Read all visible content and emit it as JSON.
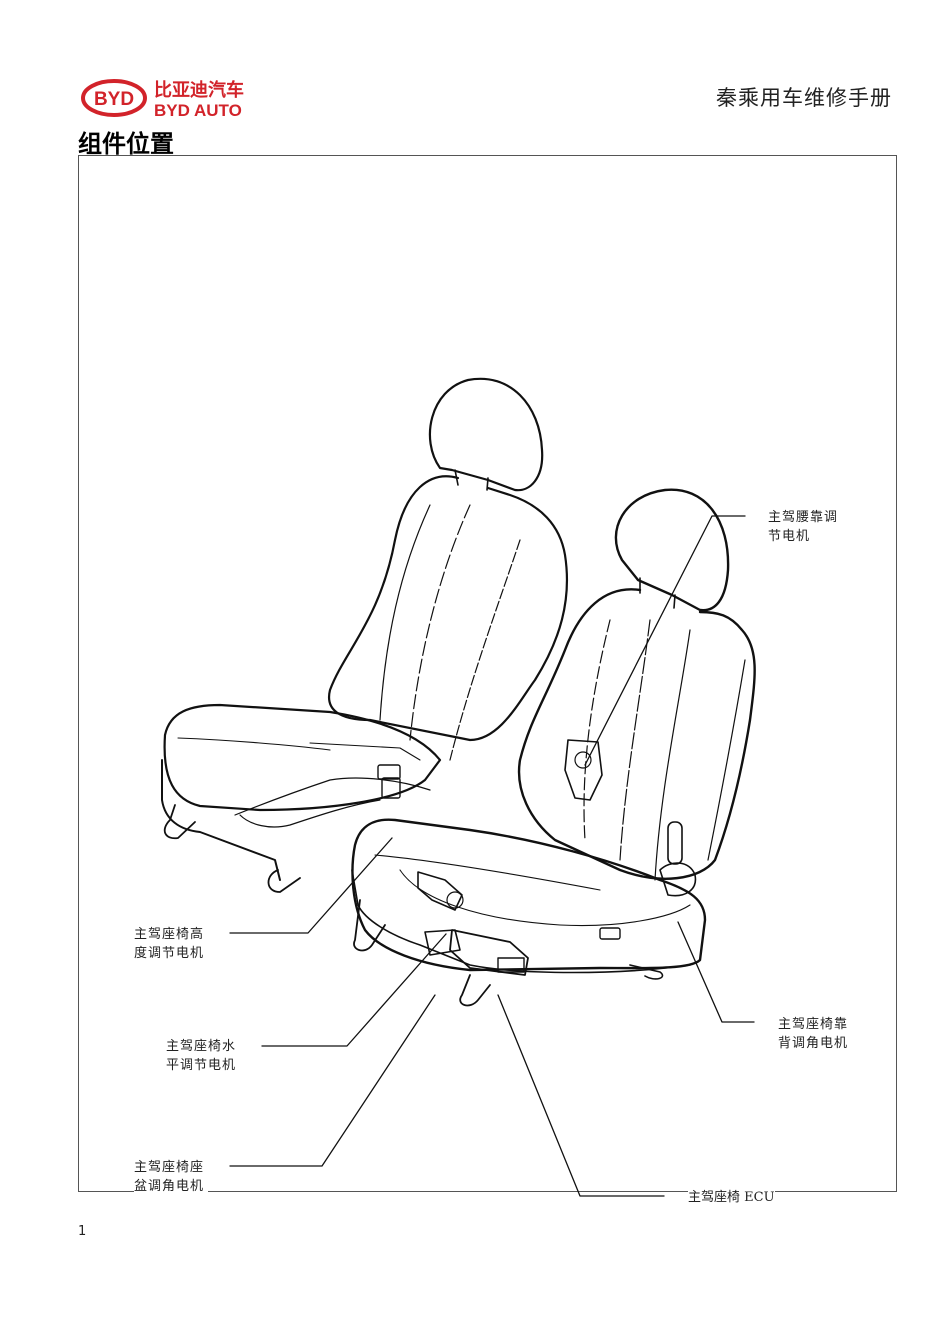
{
  "header": {
    "logo": {
      "mark_text": "BYD",
      "cn_text": "比亚迪汽车",
      "en_text": "BYD AUTO",
      "brand_color": "#d2232a"
    },
    "manual_title": "秦乘用车维修手册"
  },
  "section_title": "组件位置",
  "callouts": {
    "lumbar_motor": {
      "line1": "主驾腰靠调",
      "line2": "节电机"
    },
    "height_motor": {
      "line1": "主驾座椅高",
      "line2": "度调节电机"
    },
    "recline_motor": {
      "line1": "主驾座椅靠",
      "line2": "背调角电机"
    },
    "slide_motor": {
      "line1": "主驾座椅水",
      "line2": "平调节电机"
    },
    "tilt_motor": {
      "line1": "主驾座椅座",
      "line2": "盆调角电机"
    },
    "ecu": {
      "line1": "主驾座椅 ECU"
    }
  },
  "page_number": "1"
}
